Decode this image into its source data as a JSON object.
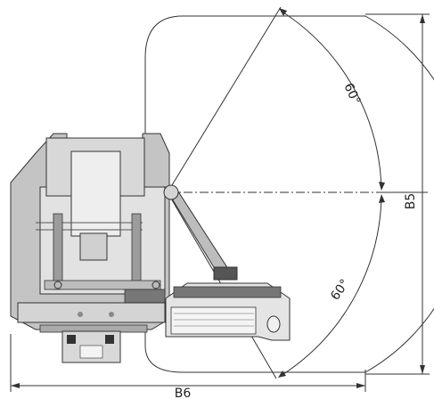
{
  "labels": {
    "angle_upper": "60°",
    "angle_lower": "60°",
    "dim_height": "B5",
    "dim_width": "B6"
  },
  "colors": {
    "line": "#1a1a1a",
    "machine_fill": "#bdbdbd",
    "machine_light": "#e6e6e6",
    "machine_dark": "#8a8a8a"
  }
}
